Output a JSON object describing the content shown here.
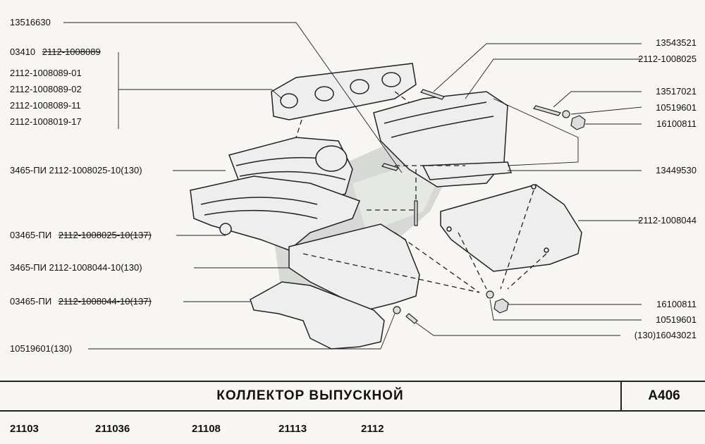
{
  "diagram": {
    "labels_left": {
      "l1": "13516630",
      "l2_prefix": "03410",
      "l2_code": "2112-1008089",
      "l3": "2112-1008089-01",
      "l4": "2112-1008089-02",
      "l5": "2112-1008089-11",
      "l6": "2112-1008019-17",
      "l7": "3465-ПИ  2112-1008025-10(130)",
      "l8_prefix": "03465-ПИ",
      "l8_code": "2112-1008025-10(137)",
      "l9": "3465-ПИ  2112-1008044-10(130)",
      "l10_prefix": "03465-ПИ",
      "l10_code": "2112-1008044-10(137)",
      "l11": "10519601(130)"
    },
    "labels_right": {
      "r1": "13543521",
      "r2": "2112-1008025",
      "r3": "13517021",
      "r4": "10519601",
      "r5": "16100811",
      "r6": "13449530",
      "r7": "2112-1008044",
      "r8": "16100811",
      "r9": "10519601",
      "r10": "(130)16043021"
    }
  },
  "title": "КОЛЛЕКТОР   ВЫПУСКНОЙ",
  "code": "А406",
  "models": [
    "21103",
    "211036",
    "21108",
    "21113",
    "2112"
  ]
}
